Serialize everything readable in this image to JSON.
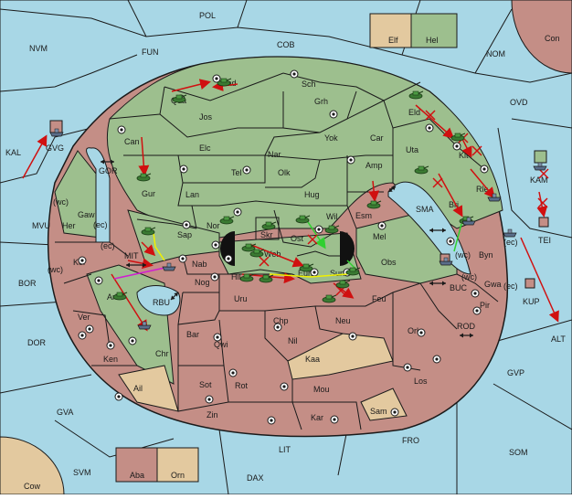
{
  "colors": {
    "sea": "#a8d7e6",
    "player_green": "#9dbf8e",
    "player_red": "#c48e86",
    "neutral_tan": "#e3c99f",
    "move_arrow": "#d01010",
    "support_yellow": "#f0f000",
    "support_green": "#30d030",
    "convoy_magenta": "#d020d0"
  },
  "legend": {
    "elf_label": "Elf",
    "hel_label": "Hel",
    "aba_label": "Aba",
    "orn_label": "Orn"
  },
  "sea_labels": {
    "pol": "POL",
    "nvm": "NVM",
    "fun": "FUN",
    "cob": "COB",
    "nom": "NOM",
    "con": "Con",
    "ovd": "OVD",
    "kal": "KAL",
    "gor": "GOR",
    "mvu": "MVU",
    "bor": "BOR",
    "mit": "MIT",
    "rbu": "RBU",
    "sma": "SMA",
    "buc": "BUC",
    "rod": "ROD",
    "kam": "KAM",
    "tei": "TEI",
    "kup": "KUP",
    "alt": "ALT",
    "gvp": "GVP",
    "dor": "DOR",
    "gva": "GVA",
    "lit": "LIT",
    "fro": "FRO",
    "som": "SOM",
    "svm": "SVM",
    "dax": "DAX",
    "cow": "Cow",
    "gvg": "GVG"
  },
  "land_labels": {
    "jad": "Jad",
    "sch": "Sch",
    "qua": "Qua",
    "jos": "Jos",
    "grh": "Grh",
    "eld": "Eld",
    "can": "Can",
    "elc": "Elc",
    "nar": "Nar",
    "yok": "Yok",
    "car": "Car",
    "uta": "Uta",
    "gur": "Gur",
    "tel": "Tel",
    "olk": "Olk",
    "amp": "Amp",
    "kit": "Kit",
    "rle": "Rle",
    "lan": "Lan",
    "hug": "Hug",
    "bri": "Bri",
    "esm": "Esm",
    "gaw": "Gaw",
    "her": "Her",
    "nor": "Nor",
    "skr": "Skr",
    "wil": "Wil",
    "sap": "Sap",
    "ost": "Ost",
    "mel": "Mel",
    "kor": "Kor",
    "web": "Web",
    "byn": "Byn",
    "nab": "Nab",
    "obs": "Obs",
    "hil": "Hil",
    "eun": "Eun",
    "sun": "Sun",
    "gwa": "Gwa",
    "nog": "Nog",
    "ark": "Ark",
    "uru": "Uru",
    "feu": "Feu",
    "pir": "Pir",
    "chp": "Chp",
    "neu": "Neu",
    "ver": "Ver",
    "bar": "Bar",
    "qwi": "Qwi",
    "nil": "Nil",
    "orl": "Orl",
    "ken": "Ken",
    "chr": "Chr",
    "kaa": "Kaa",
    "sot": "Sot",
    "rot": "Rot",
    "mou": "Mou",
    "los": "Los",
    "ail": "Ail",
    "zin": "Zin",
    "kar": "Kar",
    "sam": "Sam"
  },
  "coast_tags": {
    "wc1": "(wc)",
    "ec1": "(ec)",
    "ec2": "(ec)",
    "wc2": "(wc)",
    "wc3": "(wc)",
    "ec3": "(ec)",
    "wc4": "(wc)",
    "ec4": "(ec)"
  }
}
